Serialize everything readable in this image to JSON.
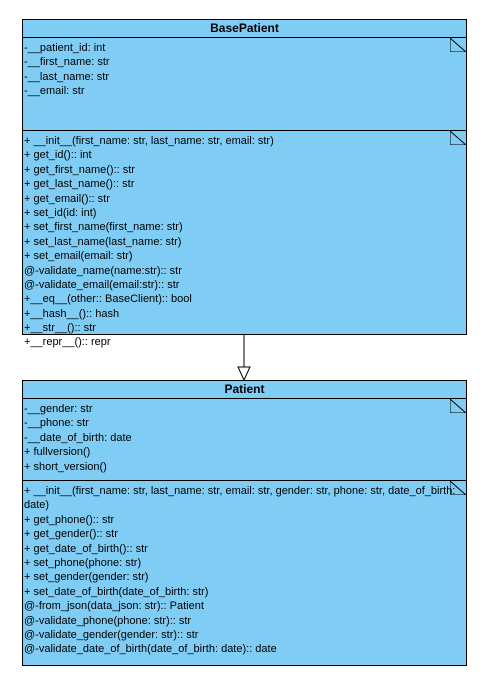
{
  "diagram": {
    "base_class": {
      "name": "BasePatient",
      "attributes": [
        "-__patient_id: int",
        "-__first_name: str",
        "-__last_name: str",
        "-__email: str"
      ],
      "operations": [
        "+ __init__(first_name: str, last_name: str, email: str)",
        "+ get_id():: int",
        "+ get_first_name():: str",
        "+ get_last_name():: str",
        "+ get_email():: str",
        "+ set_id(id: int)",
        "+ set_first_name(first_name: str)",
        "+ set_last_name(last_name: str)",
        "+ set_email(email: str)",
        "@-validate_name(name:str):: str",
        "@-validate_email(email:str):: str",
        "+__eq__(other:: BaseClient):: bool",
        "+__hash__():: hash",
        "+__str__():: str",
        "+__repr__():: repr"
      ]
    },
    "derived_class": {
      "name": "Patient",
      "attributes": [
        "-__gender: str",
        "-__phone: str",
        "-__date_of_birth: date",
        "+ fullversion()",
        "+ short_version()"
      ],
      "operations": [
        "+ __init__(first_name: str, last_name: str, email: str, gender: str, phone: str, date_of_birth: date)",
        "+ get_phone():: str",
        "+ get_gender():: str",
        "+ get_date_of_birth():: str",
        "+ set_phone(phone: str)",
        "+ set_gender(gender: str)",
        "+ set_date_of_birth(date_of_birth: str)",
        "@-from_json(data_json: str):: Patient",
        "@-validate_phone(phone: str):: str",
        "@-validate_gender(gender: str):: str",
        "@-validate_date_of_birth(date_of_birth: date):: date"
      ]
    },
    "relationship": {
      "type": "generalization",
      "from": "Patient",
      "to": "BasePatient"
    },
    "colors": {
      "class_fill": "#7fcdf5",
      "stroke": "#000000",
      "arrowhead_fill": "#ffffff"
    }
  }
}
